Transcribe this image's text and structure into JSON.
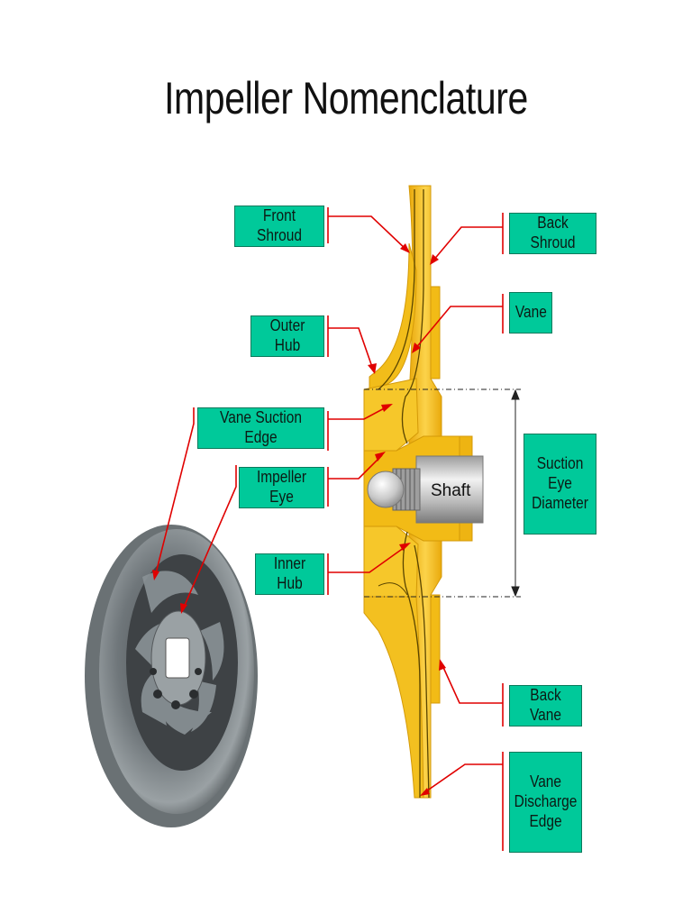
{
  "title": "Impeller Nomenclature",
  "labels": {
    "front_shroud": "Front Shroud",
    "back_shroud": "Back Shroud",
    "vane": "Vane",
    "outer_hub": "Outer Hub",
    "vane_suction_edge": "Vane Suction Edge",
    "impeller_eye": "Impeller Eye",
    "inner_hub": "Inner Hub",
    "suction_eye_diameter": "Suction\nEye\nDiameter",
    "back_vane": "Back Vane",
    "vane_discharge_edge": "Vane\nDischarge\nEdge",
    "shaft": "Shaft"
  },
  "colors": {
    "label_fill": "#00c99a",
    "leader_line": "#e00000",
    "impeller_body": "#f5c21a",
    "shaft": "#c8c8c8"
  }
}
